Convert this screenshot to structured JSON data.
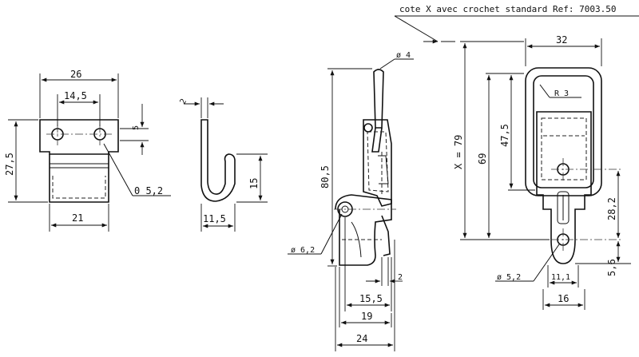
{
  "note": "cote X avec crochet standard Ref: 7003.50",
  "view1": {
    "dim_width": "26",
    "dim_hole_spacing": "14,5",
    "dim_slot": "5",
    "dim_height": "27,5",
    "dim_hole_dia": "0 5,2",
    "dim_base": "21"
  },
  "view2": {
    "dim_thickness": "2",
    "dim_hook_height": "15",
    "dim_hook_width": "11,5"
  },
  "view3": {
    "dim_wire": "ø 4",
    "dim_total_height": "80,5",
    "dim_pivot_dia": "ø 6,2",
    "dim_offset": "2",
    "dim_15_5": "15,5",
    "dim_19": "19",
    "dim_24": "24"
  },
  "view4": {
    "dim_top_width": "32",
    "dim_radius": "R 3",
    "dim_x": "X = 79",
    "dim_69": "69",
    "dim_47_5": "47,5",
    "dim_28_2": "28,2",
    "dim_5_6": "5,6",
    "dim_hole_dia": "ø 5,2",
    "dim_11_1": "11,1",
    "dim_16": "16"
  }
}
